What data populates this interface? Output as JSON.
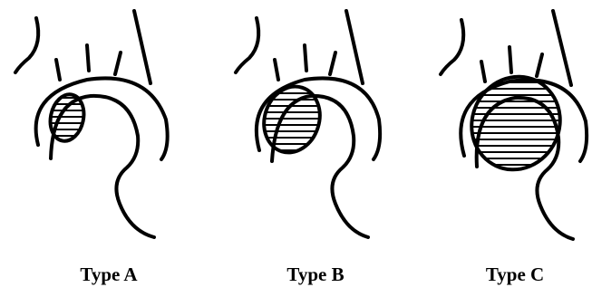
{
  "panels": [
    {
      "label": "Type A",
      "size": "small"
    },
    {
      "label": "Type B",
      "size": "medium"
    },
    {
      "label": "Type C",
      "size": "large"
    }
  ],
  "colors": {
    "stroke": "#000000",
    "background": "#ffffff"
  }
}
